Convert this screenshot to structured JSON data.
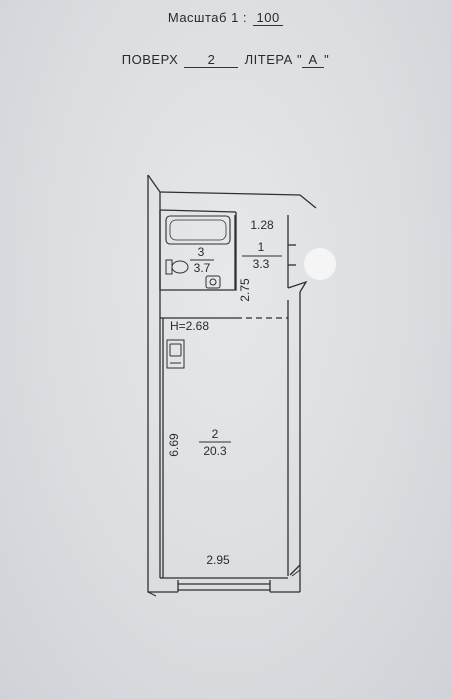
{
  "header": {
    "scale_label": "Масштаб 1 :",
    "scale_value": "100",
    "floor_label": "ПОВЕРХ",
    "floor_value": "2",
    "litera_label": "ЛІТЕРА \"",
    "litera_value": "А",
    "litera_close": "\""
  },
  "rooms": [
    {
      "number": "1",
      "area": "3.3"
    },
    {
      "number": "2",
      "area": "20.3"
    },
    {
      "number": "3",
      "area": "3.7"
    }
  ],
  "dimensions": {
    "corridor_width": "1.28",
    "corridor_length": "2.75",
    "height": "H=2.68",
    "room_length": "6.69",
    "room_width": "2.95"
  },
  "colors": {
    "paper": "#dadde0",
    "ink": "#2a2a2a"
  }
}
